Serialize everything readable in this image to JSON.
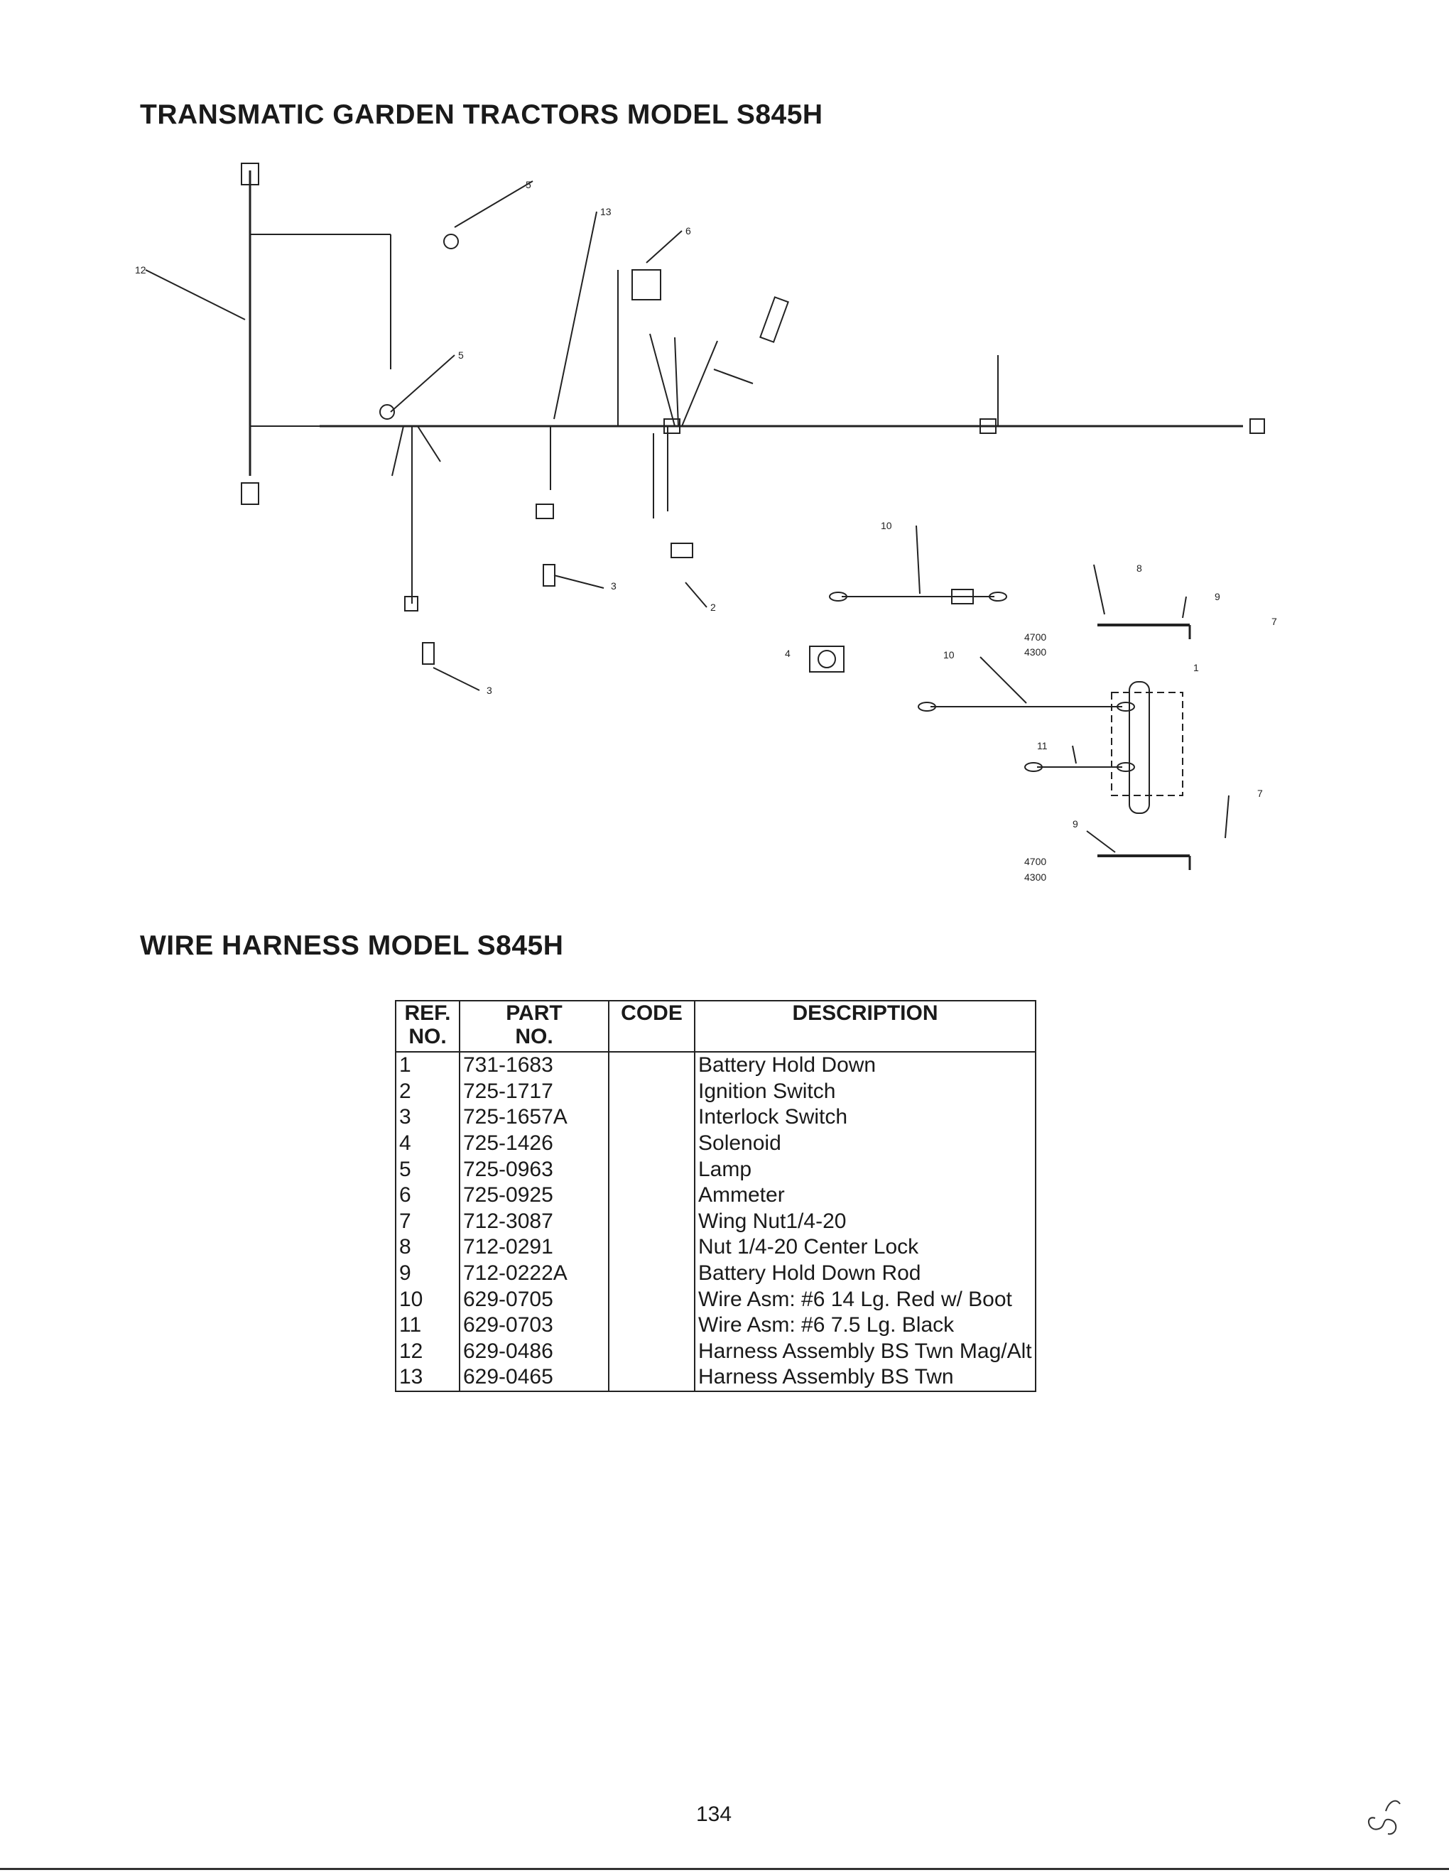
{
  "header": {
    "title": "TRANSMATIC GARDEN TRACTORS MODEL S845H"
  },
  "diagram": {
    "callouts": [
      "1",
      "2",
      "3",
      "4",
      "5",
      "6",
      "7",
      "8",
      "9",
      "10",
      "11",
      "12",
      "13"
    ],
    "notes": [
      "4700",
      "4300"
    ]
  },
  "section": {
    "title": "WIRE HARNESS MODEL S845H"
  },
  "parts_table": {
    "headers": {
      "ref": [
        "REF.",
        "NO."
      ],
      "part": [
        "PART",
        "NO."
      ],
      "code": [
        "CODE",
        ""
      ],
      "description": [
        "DESCRIPTION",
        ""
      ]
    },
    "rows": [
      {
        "ref": "1",
        "part": "731-1683",
        "code": "",
        "description": "Battery Hold Down"
      },
      {
        "ref": "2",
        "part": "725-1717",
        "code": "",
        "description": "Ignition Switch"
      },
      {
        "ref": "3",
        "part": "725-1657A",
        "code": "",
        "description": "Interlock Switch"
      },
      {
        "ref": "4",
        "part": "725-1426",
        "code": "",
        "description": "Solenoid"
      },
      {
        "ref": "5",
        "part": "725-0963",
        "code": "",
        "description": "Lamp"
      },
      {
        "ref": "6",
        "part": "725-0925",
        "code": "",
        "description": "Ammeter"
      },
      {
        "ref": "7",
        "part": "712-3087",
        "code": "",
        "description": "Wing Nut1/4-20"
      },
      {
        "ref": "8",
        "part": "712-0291",
        "code": "",
        "description": "Nut 1/4-20 Center Lock"
      },
      {
        "ref": "9",
        "part": "712-0222A",
        "code": "",
        "description": "Battery Hold Down Rod"
      },
      {
        "ref": "10",
        "part": "629-0705",
        "code": "",
        "description": "Wire Asm: #6 14 Lg. Red w/ Boot"
      },
      {
        "ref": "11",
        "part": "629-0703",
        "code": "",
        "description": "Wire Asm: #6 7.5 Lg. Black"
      },
      {
        "ref": "12",
        "part": "629-0486",
        "code": "",
        "description": "Harness Assembly BS Twn Mag/Alt"
      },
      {
        "ref": "13",
        "part": "629-0465",
        "code": "",
        "description": "Harness Assembly BS Twn"
      }
    ]
  },
  "footer": {
    "page_number": "134"
  }
}
